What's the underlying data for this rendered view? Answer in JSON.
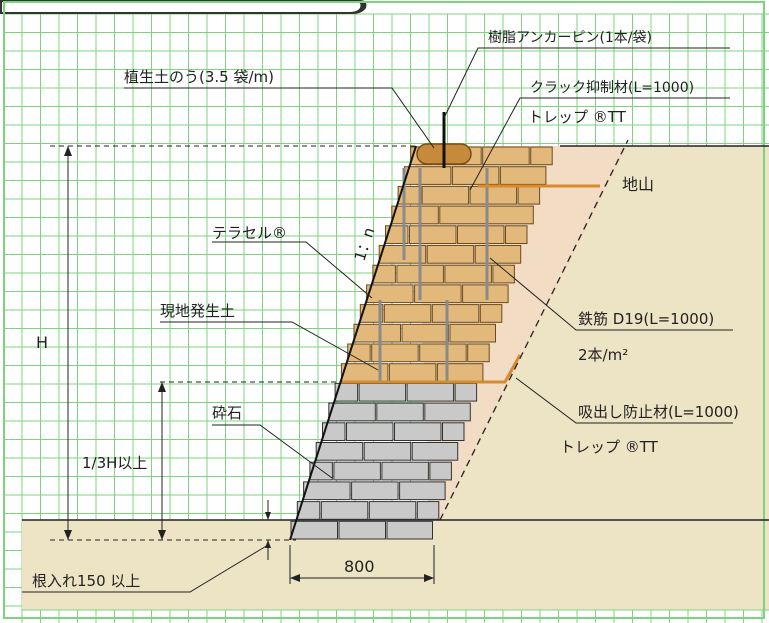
{
  "labels": {
    "anchor_pin": "樹脂アンカーピン(1本/袋)",
    "veg_bag": "植生土のう(3.5 袋/m)",
    "crack_material": "クラック抑制材(L=1000)",
    "trep_top": "トレップ ®TT",
    "ground": "地山",
    "slope_ratio": "1：n",
    "terracell": "テラセル®",
    "local_soil": "現地発生土",
    "height": "H",
    "rebar": "鉄筋 D19(L=1000)",
    "rebar_density": "2本/m²",
    "suction_material": "吸出し防止材(L=1000)",
    "trep_bottom": "トレップ ®TT",
    "crushed_stone": "砕石",
    "one_third_h": "1/3H以上",
    "embed_depth": "根入れ150 以上",
    "width_800": "800"
  },
  "colors": {
    "grid_line": "#7fd37f",
    "ground_fill": "#ece4c4",
    "slope_fill": "#f3dcc4",
    "brick_fill": "#e2b97a",
    "brick_stroke": "#6a4a1e",
    "stone_fill": "#c9c9c9",
    "stone_stroke": "#333333",
    "bag_fill": "#c58a3a",
    "orange_sheet": "#d98a2c",
    "rebar": "#8a8a8a",
    "line": "#222222"
  }
}
